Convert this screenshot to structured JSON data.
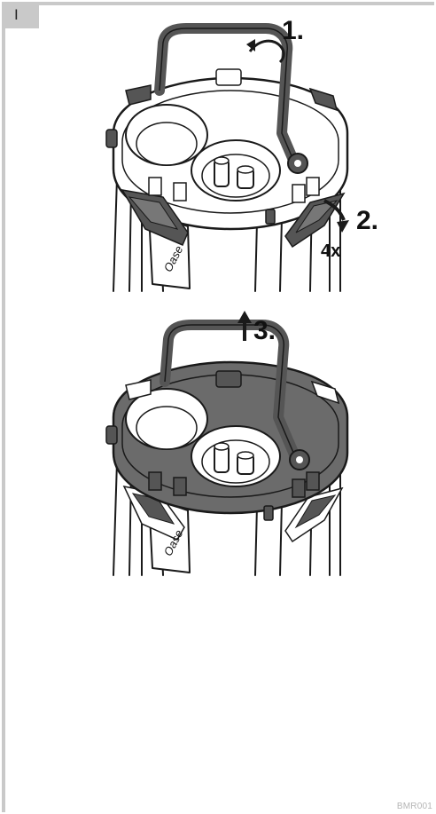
{
  "panel_label": "I",
  "steps": [
    {
      "number": "1."
    },
    {
      "number": "2.",
      "repeat": "4x"
    },
    {
      "number": "3."
    }
  ],
  "brand_text": "Oase",
  "doc_code": "BMR001",
  "colors": {
    "frame_gray": "#c9c9c9",
    "lid_light": "#ffffff",
    "lid_dark": "#6b6b6b",
    "handle_gray": "#555555",
    "line": "#1a1a1a"
  }
}
